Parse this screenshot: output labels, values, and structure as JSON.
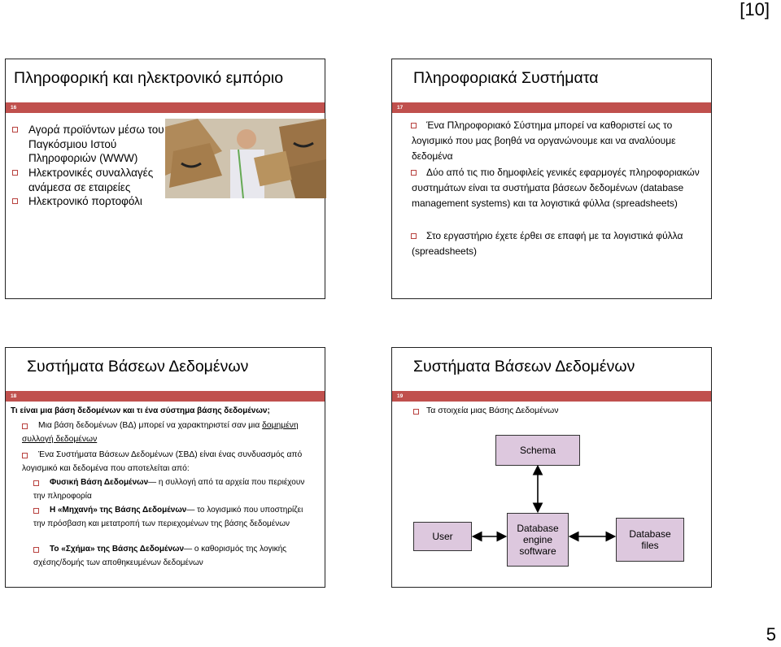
{
  "page_label": "[10]",
  "page_number": "5",
  "slides": [
    {
      "number": "16",
      "title": "Πληροφορική και ηλεκτρονικό εμπόριο",
      "bullets": [
        "Αγορά προϊόντων μέσω του Παγκόσμιου Ιστού Πληροφοριών (WWW)",
        "Ηλεκτρονικές συναλλαγές ανάμεσα σε εταιρείες",
        "Ηλεκτρονικό πορτοφόλι"
      ]
    },
    {
      "number": "17",
      "title": "Πληροφοριακά Συστήματα",
      "bullets": [
        "Ένα Πληροφοριακό Σύστημα μπορεί να καθοριστεί ως το λογισμικό που μας βοηθά να οργανώνουμε και να αναλύουμε δεδομένα",
        "Δύο από τις πιο δημοφιλείς γενικές εφαρμογές πληροφοριακών συστημάτων είναι τα συστήματα βάσεων δεδομένων (database management systems) και τα λογιστικά φύλλα (spreadsheets)",
        "Στο εργαστήριο έχετε έρθει σε επαφή με τα λογιστικά φύλλα (spreadsheets)"
      ]
    },
    {
      "number": "18",
      "title": "Συστήματα Βάσεων Δεδομένων",
      "question": "Τι είναι μια βάση δεδομένων και τι ένα σύστημα βάσης δεδομένων;",
      "b1_pre": "Μια βάση δεδομένων (ΒΔ) μπορεί να χαρακτηριστεί σαν μια",
      "b1_ul": "δομημένη συλλογή δεδομένων",
      "b2": "Ένα Συστήματα Βάσεων Δεδομένων (ΣΒΔ) είναι ένας συνδυασμός από λογισμικό και δεδομένα που αποτελείται από:",
      "sub": [
        {
          "bold": "Φυσική Βάση Δεδομένων",
          "rest": "— η συλλογή από τα αρχεία που περιέχουν την πληροφορία"
        },
        {
          "bold": "Η «Μηχανή» της Βάσης Δεδομένων",
          "rest": "— το λογισμικό που υποστηρίζει την πρόσβαση και μετατροπή των περιεχομένων της βάσης δεδομένων"
        },
        {
          "bold": "Το «Σχήμα» της Βάσης Δεδομένων",
          "rest": "— ο καθορισμός της λογικής σχέσης/δομής των αποθηκευμένων δεδομένων"
        }
      ]
    },
    {
      "number": "19",
      "title": "Συστήματα Βάσεων Δεδομένων",
      "bullet": "Τα στοιχεία μιας Βάσης Δεδομένων",
      "diagram": {
        "schema": "Schema",
        "engine_1": "Database",
        "engine_2": "engine",
        "engine_3": "software",
        "user": "User",
        "files_1": "Database",
        "files_2": "files"
      }
    }
  ],
  "colors": {
    "accent_bar": "#c0504d",
    "diagram_fill": "#ddc8de"
  }
}
